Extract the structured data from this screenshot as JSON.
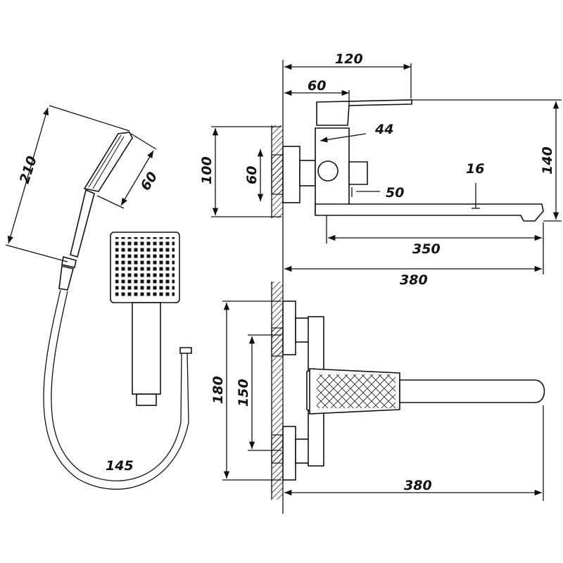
{
  "diagram": {
    "dimensions": {
      "top_width_overall": "120",
      "top_width_handle": "60",
      "body_44": "44",
      "wall_height_100": "100",
      "plate_height_60": "60",
      "spout_16": "16",
      "spout_50": "50",
      "height_140": "140",
      "spout_350": "350",
      "length_380_top": "380",
      "handheld_length_210": "210",
      "handheld_head_60": "60",
      "hose_145": "145",
      "mount_height_180": "180",
      "centers_150": "150",
      "length_380_bottom": "380"
    },
    "colors": {
      "line": "#111111",
      "background": "#ffffff"
    }
  }
}
